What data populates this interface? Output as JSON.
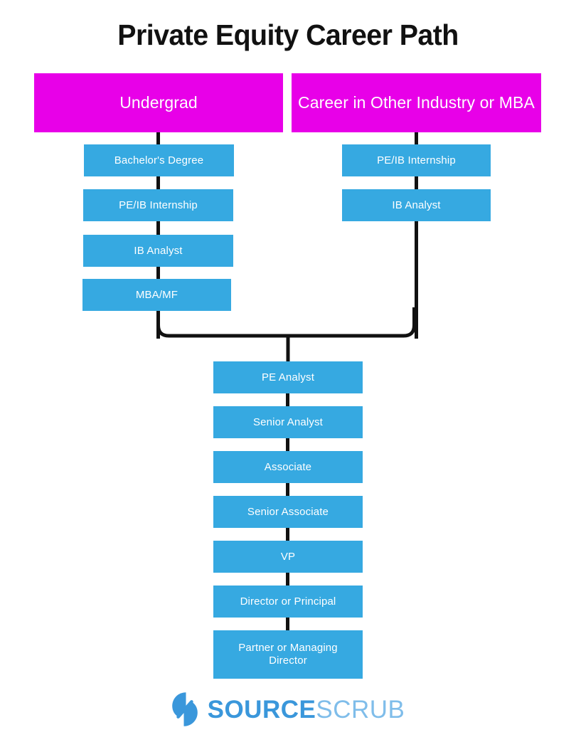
{
  "page": {
    "title": "Private Equity Career Path",
    "background": "#FFFFFF"
  },
  "colors": {
    "pink": "#E800E8",
    "blue": "#36A9E1",
    "connector": "#111111",
    "title": "#111111",
    "logo_primary": "#3A97DB",
    "logo_secondary": "#7FBDEA"
  },
  "chart_data": {
    "type": "diagram",
    "title": "Private Equity Career Path",
    "tracks": [
      {
        "id": "undergrad",
        "header": "Undergrad",
        "steps": [
          "Bachelor's Degree",
          "PE/IB Internship",
          "IB Analyst",
          "MBA/MF"
        ]
      },
      {
        "id": "other-industry",
        "header": "Career in Other Industry or MBA",
        "steps": [
          "PE/IB Internship",
          "IB Analyst"
        ]
      }
    ],
    "merged_track": {
      "id": "private-equity",
      "steps": [
        "PE Analyst",
        "Senior Analyst",
        "Associate",
        "Senior Associate",
        "VP",
        "Director or Principal",
        "Partner or Managing Director"
      ]
    }
  },
  "headers": {
    "left": "Undergrad",
    "right": "Career in Other Industry or MBA"
  },
  "left_column": [
    {
      "label": "Bachelor's Degree"
    },
    {
      "label": "PE/IB Internship"
    },
    {
      "label": "IB Analyst"
    },
    {
      "label": "MBA/MF"
    }
  ],
  "right_column": [
    {
      "label": "PE/IB Internship"
    },
    {
      "label": "IB Analyst"
    }
  ],
  "main_column": [
    {
      "label": "PE Analyst"
    },
    {
      "label": "Senior Analyst"
    },
    {
      "label": "Associate"
    },
    {
      "label": "Senior Associate"
    },
    {
      "label": "VP"
    },
    {
      "label": "Director or Principal"
    },
    {
      "label": "Partner or Managing Director"
    }
  ],
  "logo": {
    "mark": "sourcescrub-s-mark-icon",
    "primary_text": "SOURCE",
    "secondary_text": "SCRUB"
  }
}
